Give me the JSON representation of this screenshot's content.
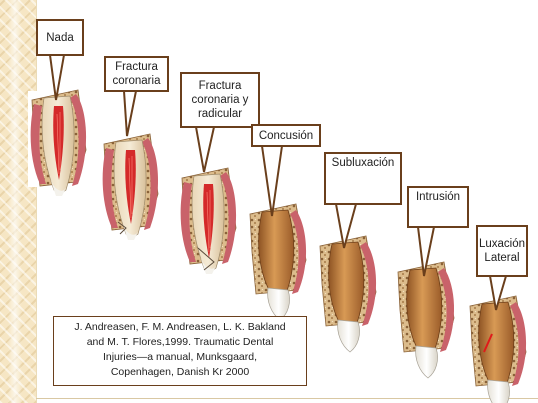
{
  "labels": {
    "nada": "Nada",
    "fractura_coronaria": "Fractura coronaria",
    "fractura_coronaria_radicular": "Fractura coronaria y radicular",
    "concusion": "Concusión",
    "subluxacion": "Subluxación",
    "intrusion": "Intrusión",
    "luxacion_lateral": "Luxación Lateral"
  },
  "citation": {
    "line1": "J. Andreasen, F. M. Andreasen, L. K. Bakland",
    "line2": "and M. T. Flores,1999. Traumatic Dental",
    "line3": "Injuries—a manual, Munksgaard,",
    "line4": "Copenhagen, Danish Kr 2000"
  },
  "colors": {
    "callout_border": "#6a3f1c",
    "bone": "#d9b98a",
    "gum": "#c9626a",
    "pulp": "#d42a2a",
    "enamel": "#f4f2ec",
    "root_dentin": "#c98a47"
  },
  "icons": {
    "tooth": "tooth-cross-section-illustration",
    "callout": "speech-bubble-callout"
  }
}
